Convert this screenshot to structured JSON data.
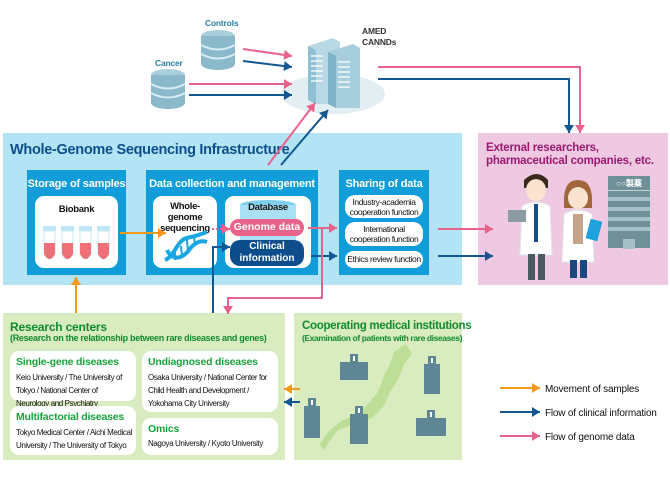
{
  "top": {
    "controls_label": "Controls",
    "cancer_label": "Cancer",
    "server_label_line1": "AMED",
    "server_label_line2": "CANNDs"
  },
  "infrastructure": {
    "title": "Whole-Genome Sequencing Infrastructure",
    "storage": {
      "title": "Storage of samples",
      "biobank_label": "Biobank"
    },
    "data_collection": {
      "title": "Data collection and management",
      "sequencing_line1": "Whole-genome",
      "sequencing_line2": "sequencing",
      "database_label": "Database",
      "genome_data_label": "Genome data",
      "clinical_line1": "Clinical",
      "clinical_line2": "information"
    },
    "sharing": {
      "title": "Sharing of data",
      "functions": [
        {
          "line1": "Industry-academia",
          "line2": "cooperation function"
        },
        {
          "line1": "International",
          "line2": "cooperation function"
        },
        {
          "line1": "Ethics review function",
          "line2": ""
        }
      ]
    }
  },
  "external": {
    "title_line1": "External researchers,",
    "title_line2": "pharmaceutical companies, etc.",
    "building_sign": "○○製薬"
  },
  "research_centers": {
    "title": "Research centers",
    "subtitle": "(Research on the relationship between rare diseases and genes)",
    "cards": [
      {
        "title": "Single-gene diseases",
        "text": "Keio University / The University of Tokyo / National Center of Neurology and Psychiatry"
      },
      {
        "title": "Multifactorial diseases",
        "text": "Tokyo Medical Center / Aichi Medical University / The University of Tokyo"
      },
      {
        "title": "Undiagnosed diseases",
        "text": "Osaka University / National Center for Child Health and Development / Yokohama City University"
      },
      {
        "title": "Omics",
        "text": "Nagoya University / Kyoto University"
      }
    ]
  },
  "cooperating": {
    "title": "Cooperating medical institutions",
    "subtitle": "(Examination of patients with rare diseases)"
  },
  "legend": {
    "items": [
      {
        "label": "Movement of samples",
        "color": "#f39a1e"
      },
      {
        "label": "Flow of clinical information",
        "color": "#12578f"
      },
      {
        "label": "Flow of genome data",
        "color": "#e8628a"
      }
    ]
  },
  "colors": {
    "sample": "#f39a1e",
    "clinical": "#12578f",
    "genome": "#e8628a",
    "infra_bg": "#b3e4f5",
    "box_blue": "#109dd9",
    "external_bg": "#efc8e2",
    "green_bg": "#d8ecbf"
  }
}
